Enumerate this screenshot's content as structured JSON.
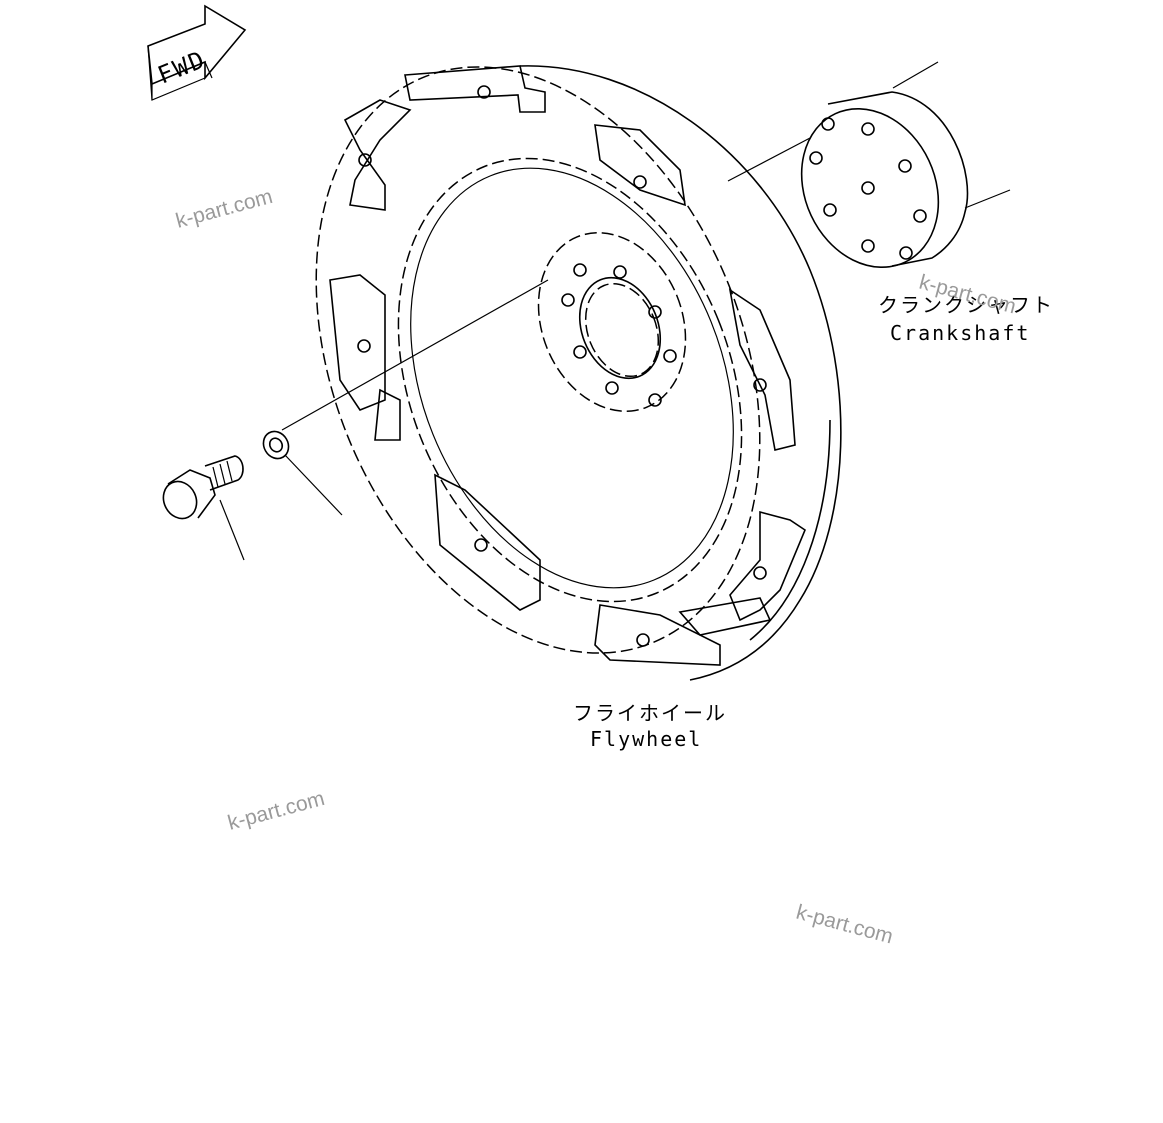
{
  "fwd_marker": {
    "text": "FWD"
  },
  "labels": {
    "crankshaft_ja": "クランクシャフト",
    "crankshaft_en": "Crankshaft",
    "flywheel_ja": "フライホイール",
    "flywheel_en": "Flywheel"
  },
  "watermarks": [
    "k-part.com",
    "k-part.com",
    "k-part.com",
    "k-part.com"
  ],
  "colors": {
    "line": "#000000",
    "watermark": "#9a9a9a",
    "background": "#ffffff"
  }
}
